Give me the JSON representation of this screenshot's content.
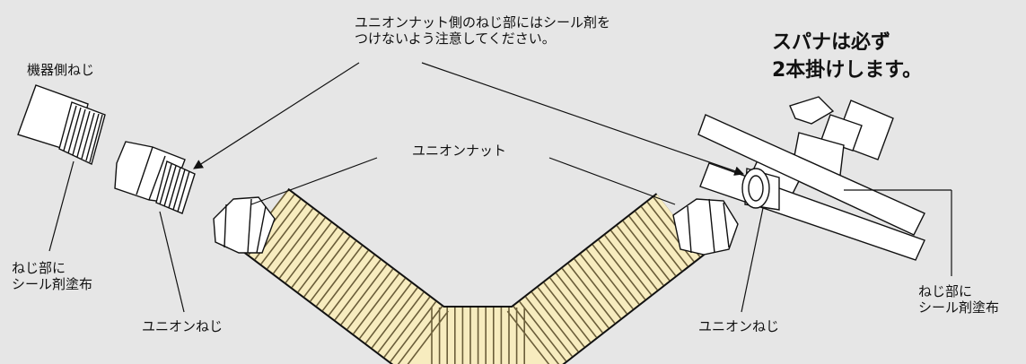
{
  "labels": {
    "caution": [
      "ユニオンナット側のねじ部にはシール剤を",
      "つけないよう注意してください。"
    ],
    "spanner": [
      "スパナは必ず",
      "2本掛けします。"
    ],
    "device_side_thread": "機器側ねじ",
    "union_nut": "ユニオンナット",
    "sealant_left": [
      "ねじ部に",
      "シール剤塗布"
    ],
    "sealant_right": [
      "ねじ部に",
      "シール剤塗布"
    ],
    "union_thread_left": "ユニオンねじ",
    "union_thread_right": "ユニオンねじ"
  },
  "colors": {
    "background": "#e6e6e6",
    "hose": "#f7ecbf",
    "metal": "#ffffff",
    "line": "#111111"
  }
}
